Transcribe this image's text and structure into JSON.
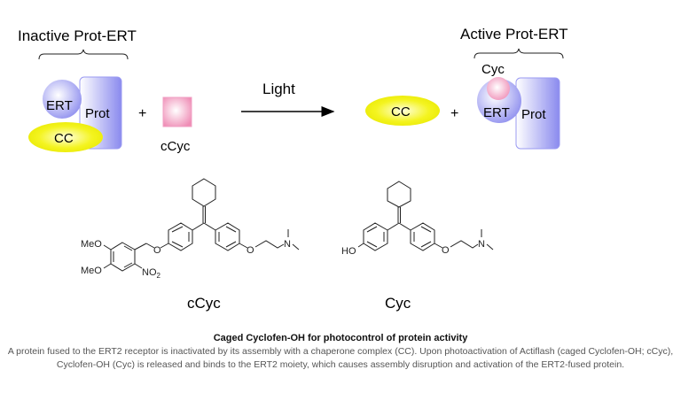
{
  "scheme": {
    "inactive_label": "Inactive Prot-ERT",
    "active_label": "Active Prot-ERT",
    "light_label": "Light",
    "plus": "+",
    "ert": "ERT",
    "prot": "Prot",
    "cc": "CC",
    "ccyc": "cCyc",
    "cyc": "Cyc"
  },
  "structures": {
    "ccyc_name": "cCyc",
    "cyc_name": "Cyc",
    "meo": "MeO",
    "no": "NO",
    "sub2": "2",
    "o": "O",
    "n": "N",
    "ho": "HO"
  },
  "caption": {
    "title": "Caged Cyclofen-OH for photocontrol of protein activity",
    "body": "A protein fused to the ERT2 receptor is inactivated by its assembly with a chaperone complex (CC). Upon photoactivation of Actiflash (caged Cyclofen-OH; cCyc), Cyclofen-OH (Cyc) is released and binds to the ERT2 moiety, which causes assembly disruption and activation of the ERT2-fused protein."
  },
  "colors": {
    "protein_blue": "#8f8ff0",
    "cc_yellow": "#f2f20a",
    "cyc_pink": "#f090b8"
  }
}
